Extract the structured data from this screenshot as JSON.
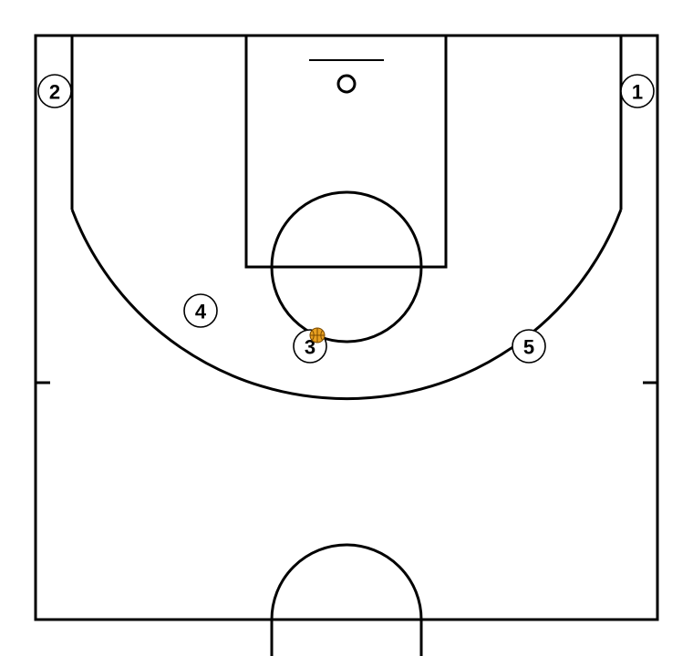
{
  "diagram": {
    "type": "basketball-half-court-play",
    "colors": {
      "court_lines": "#000000",
      "background": "#ffffff",
      "player_fill": "#ffffff",
      "ball": "#e8a020",
      "ball_seams": "#7a4a00"
    },
    "players": [
      {
        "label": "1",
        "has_ball": false
      },
      {
        "label": "2",
        "has_ball": false
      },
      {
        "label": "3",
        "has_ball": true
      },
      {
        "label": "4",
        "has_ball": false
      },
      {
        "label": "5",
        "has_ball": false
      }
    ],
    "ball_icon": "basketball-icon"
  }
}
